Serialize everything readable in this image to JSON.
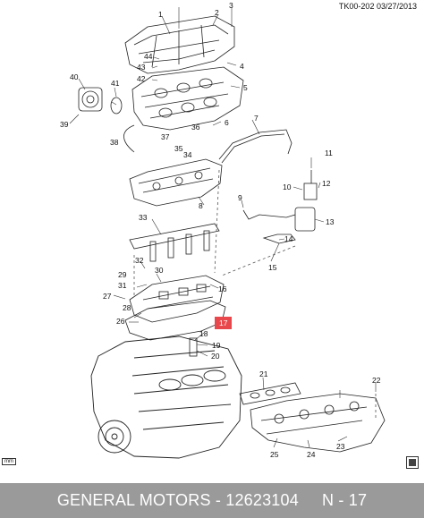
{
  "header": {
    "code_date": "TK00-202  03/27/2013"
  },
  "corner_unit": "mm",
  "footer": {
    "text": "GENERAL MOTORS - 12623104     N - 17"
  },
  "highlight_color": "#e8484b",
  "callouts": {
    "c1": "1",
    "c3": "3",
    "c2": "2",
    "c44": "44",
    "c43": "43",
    "c4": "4",
    "c5": "5",
    "c40": "40",
    "c41": "41",
    "c42": "42",
    "c39": "39",
    "c6": "6",
    "c36": "36",
    "c7": "7",
    "c37": "37",
    "c35": "35",
    "c34": "34",
    "c38": "38",
    "c11": "11",
    "c10": "10",
    "c12": "12",
    "c8": "8",
    "c9": "9",
    "c13": "13",
    "c33": "33",
    "c14": "14",
    "c15": "15",
    "c32": "32",
    "c29": "29",
    "c31": "31",
    "c30": "30",
    "c16": "16",
    "c27": "27",
    "c28": "28",
    "c26": "26",
    "c17": "17",
    "c18": "18",
    "c19": "19",
    "c20": "20",
    "c21": "21",
    "c22": "22",
    "c23": "23",
    "c25": "25",
    "c24": "24"
  }
}
